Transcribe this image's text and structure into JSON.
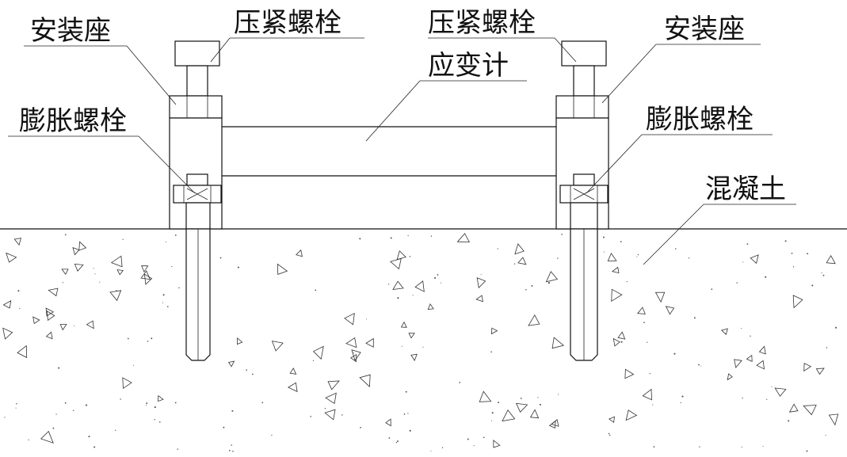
{
  "labels": {
    "mount_left": "安装座",
    "press_bolt_left": "压紧螺栓",
    "press_bolt_right": "压紧螺栓",
    "mount_right": "安装座",
    "strain_gauge": "应变计",
    "expansion_bolt_left": "膨胀螺栓",
    "expansion_bolt_right": "膨胀螺栓",
    "concrete": "混凝土"
  },
  "colors": {
    "line": "#111111",
    "background": "#ffffff"
  }
}
